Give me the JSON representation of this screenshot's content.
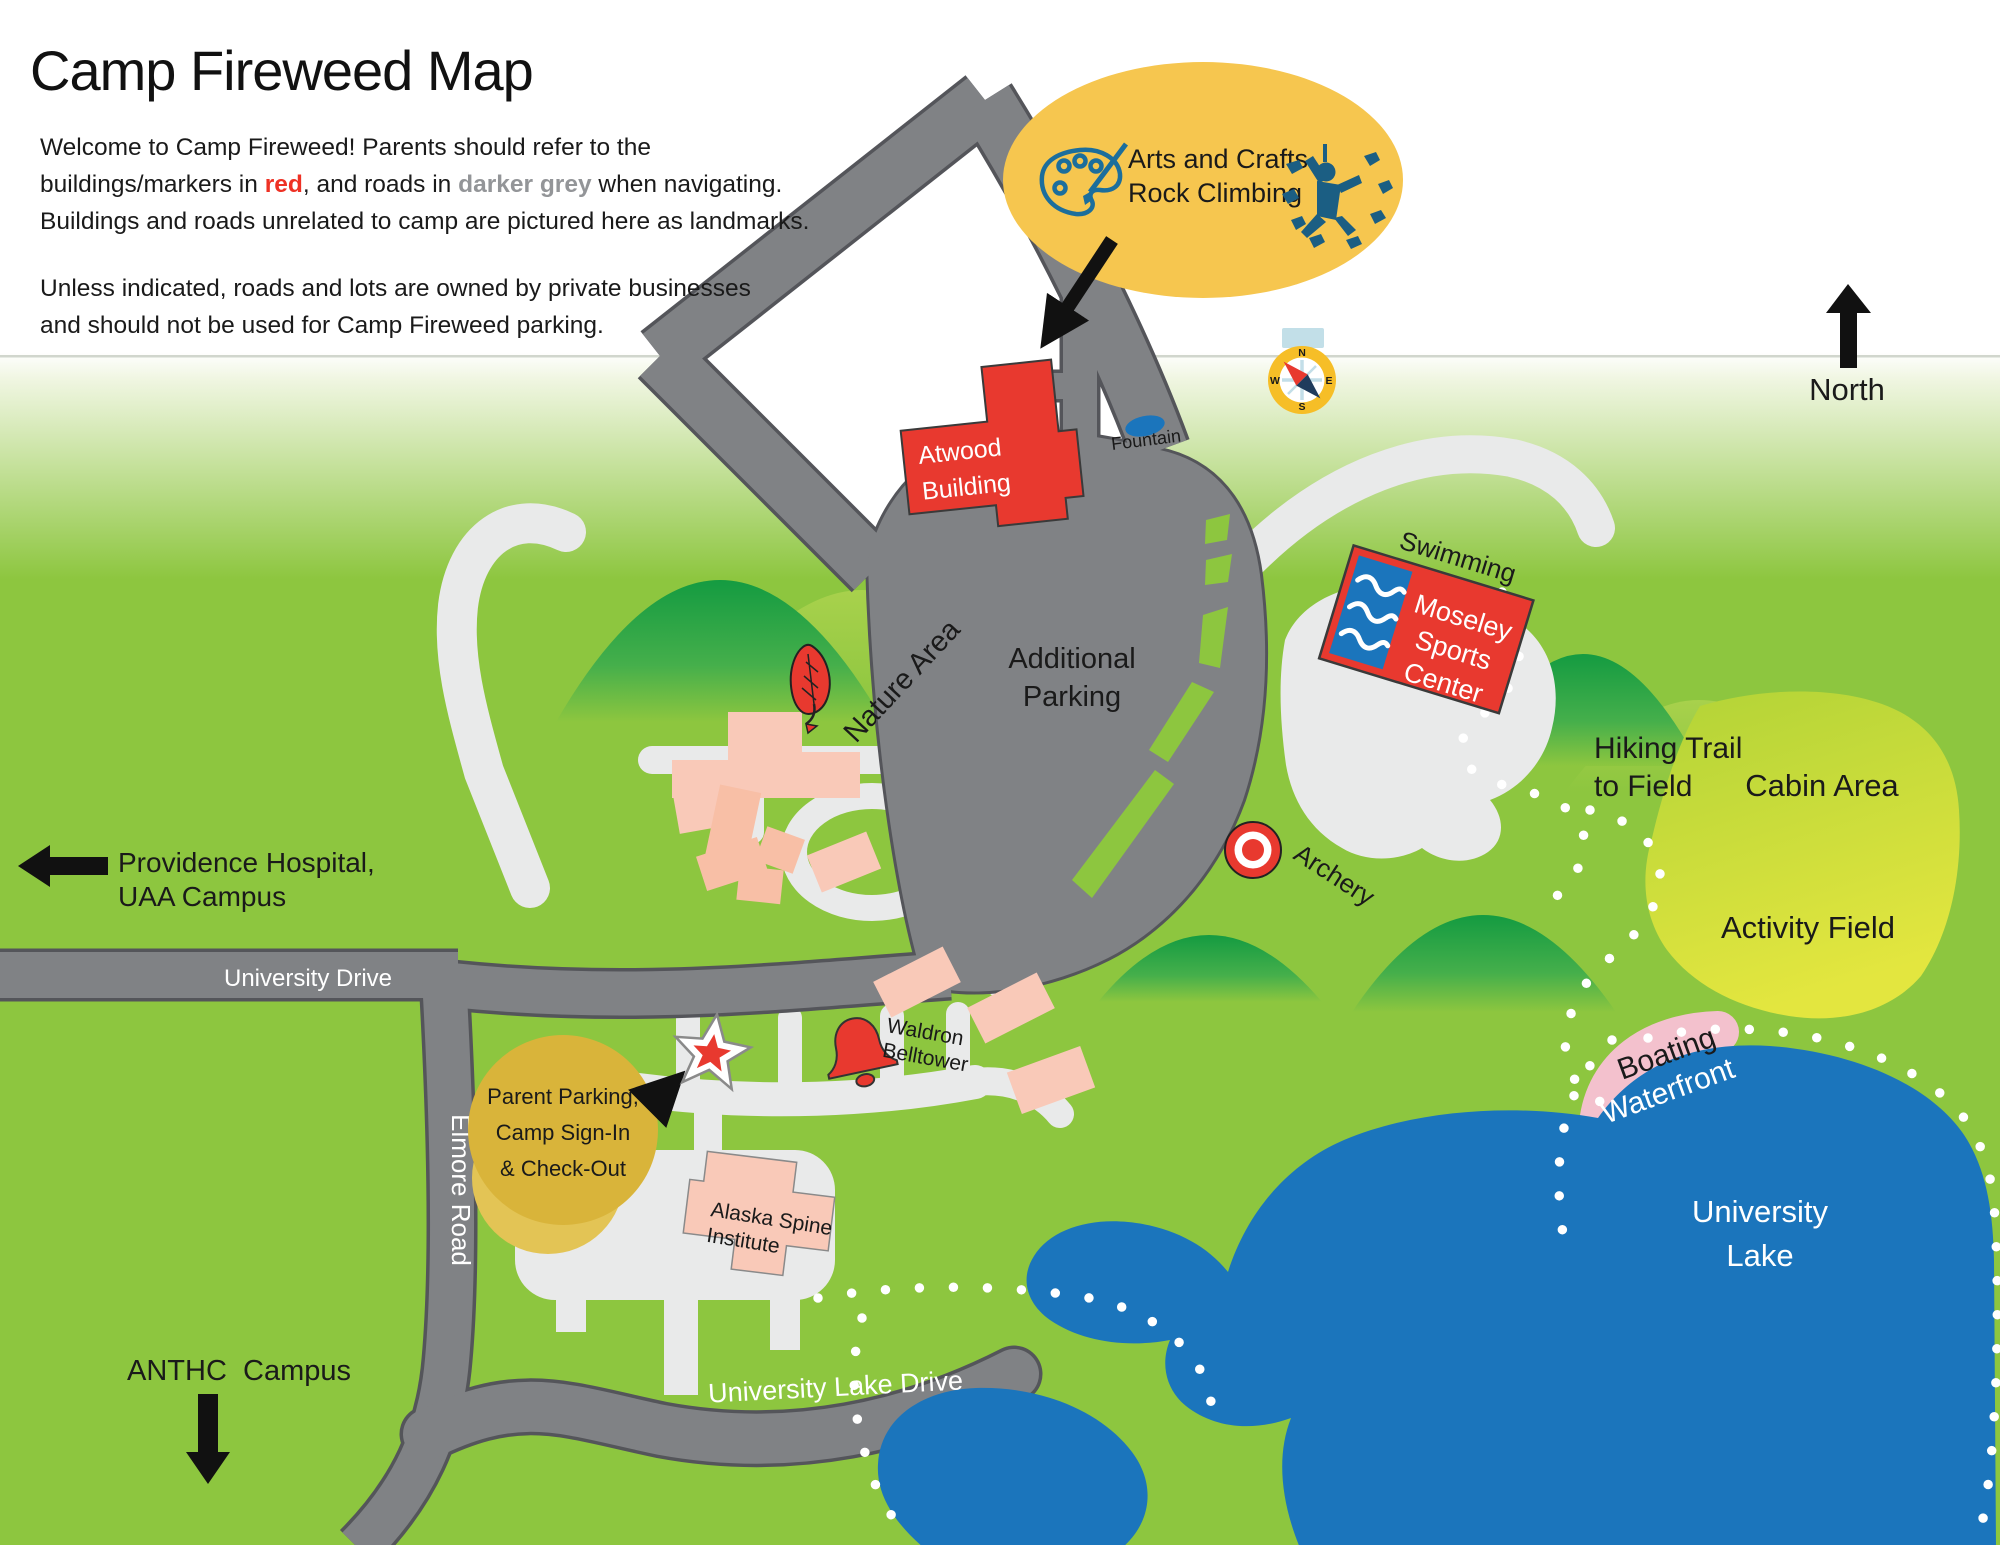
{
  "title": "Camp Fireweed Map",
  "intro": {
    "line1": "Welcome to Camp Fireweed! Parents should refer to the",
    "line2_pre": "buildings/markers in ",
    "line2_red": "red",
    "line2_mid": ", and roads in ",
    "line2_grey": "darker grey",
    "line2_post": " when navigating.",
    "line3": "Buildings and roads unrelated to camp are pictured here as landmarks.",
    "line4": "Unless indicated, roads and lots are owned by private businesses",
    "line5": "and should not be used for Camp Fireweed parking."
  },
  "colors": {
    "marker_red": "#EE3124",
    "road_grey": "#808285",
    "lake_blue": "#1B75BC",
    "map_green": "#8DC63F"
  },
  "activity_bubble": {
    "line1": "Arts and Crafts",
    "line2": "Rock Climbing"
  },
  "north_label": "North",
  "compass": {
    "n": "N",
    "e": "E",
    "s": "S",
    "w": "W"
  },
  "buildings": {
    "atwood": {
      "line1": "Atwood",
      "line2": "Building"
    },
    "moseley": {
      "line1": "Moseley",
      "line2": "Sports",
      "line3": "Center"
    },
    "alaska_spine": {
      "line1": "Alaska Spine",
      "line2": "Institute"
    }
  },
  "labels": {
    "fountain": "Fountain",
    "swimming": "Swimming",
    "nature_area": "Nature Area",
    "additional_parking": {
      "line1": "Additional",
      "line2": "Parking"
    },
    "hiking_trail": {
      "line1": "Hiking Trail",
      "line2": "to Field"
    },
    "cabin_area": "Cabin Area",
    "activity_field": "Activity Field",
    "archery": "Archery",
    "waldron": {
      "line1": "Waldron",
      "line2": "Belltower"
    },
    "boating": "Boating",
    "waterfront": "Waterfront",
    "university_lake": {
      "line1": "University",
      "line2": "Lake"
    }
  },
  "roads": {
    "university_drive": "University Drive",
    "elmore_road": "Elmore Road",
    "university_lake_drive": "University Lake Drive"
  },
  "directions": {
    "providence": {
      "line1": "Providence Hospital,",
      "line2": "UAA Campus"
    },
    "anthc": "ANTHC  Campus"
  },
  "parent_parking": {
    "line1": "Parent Parking,",
    "line2": "Camp Sign-In",
    "line3": "& Check-Out"
  }
}
